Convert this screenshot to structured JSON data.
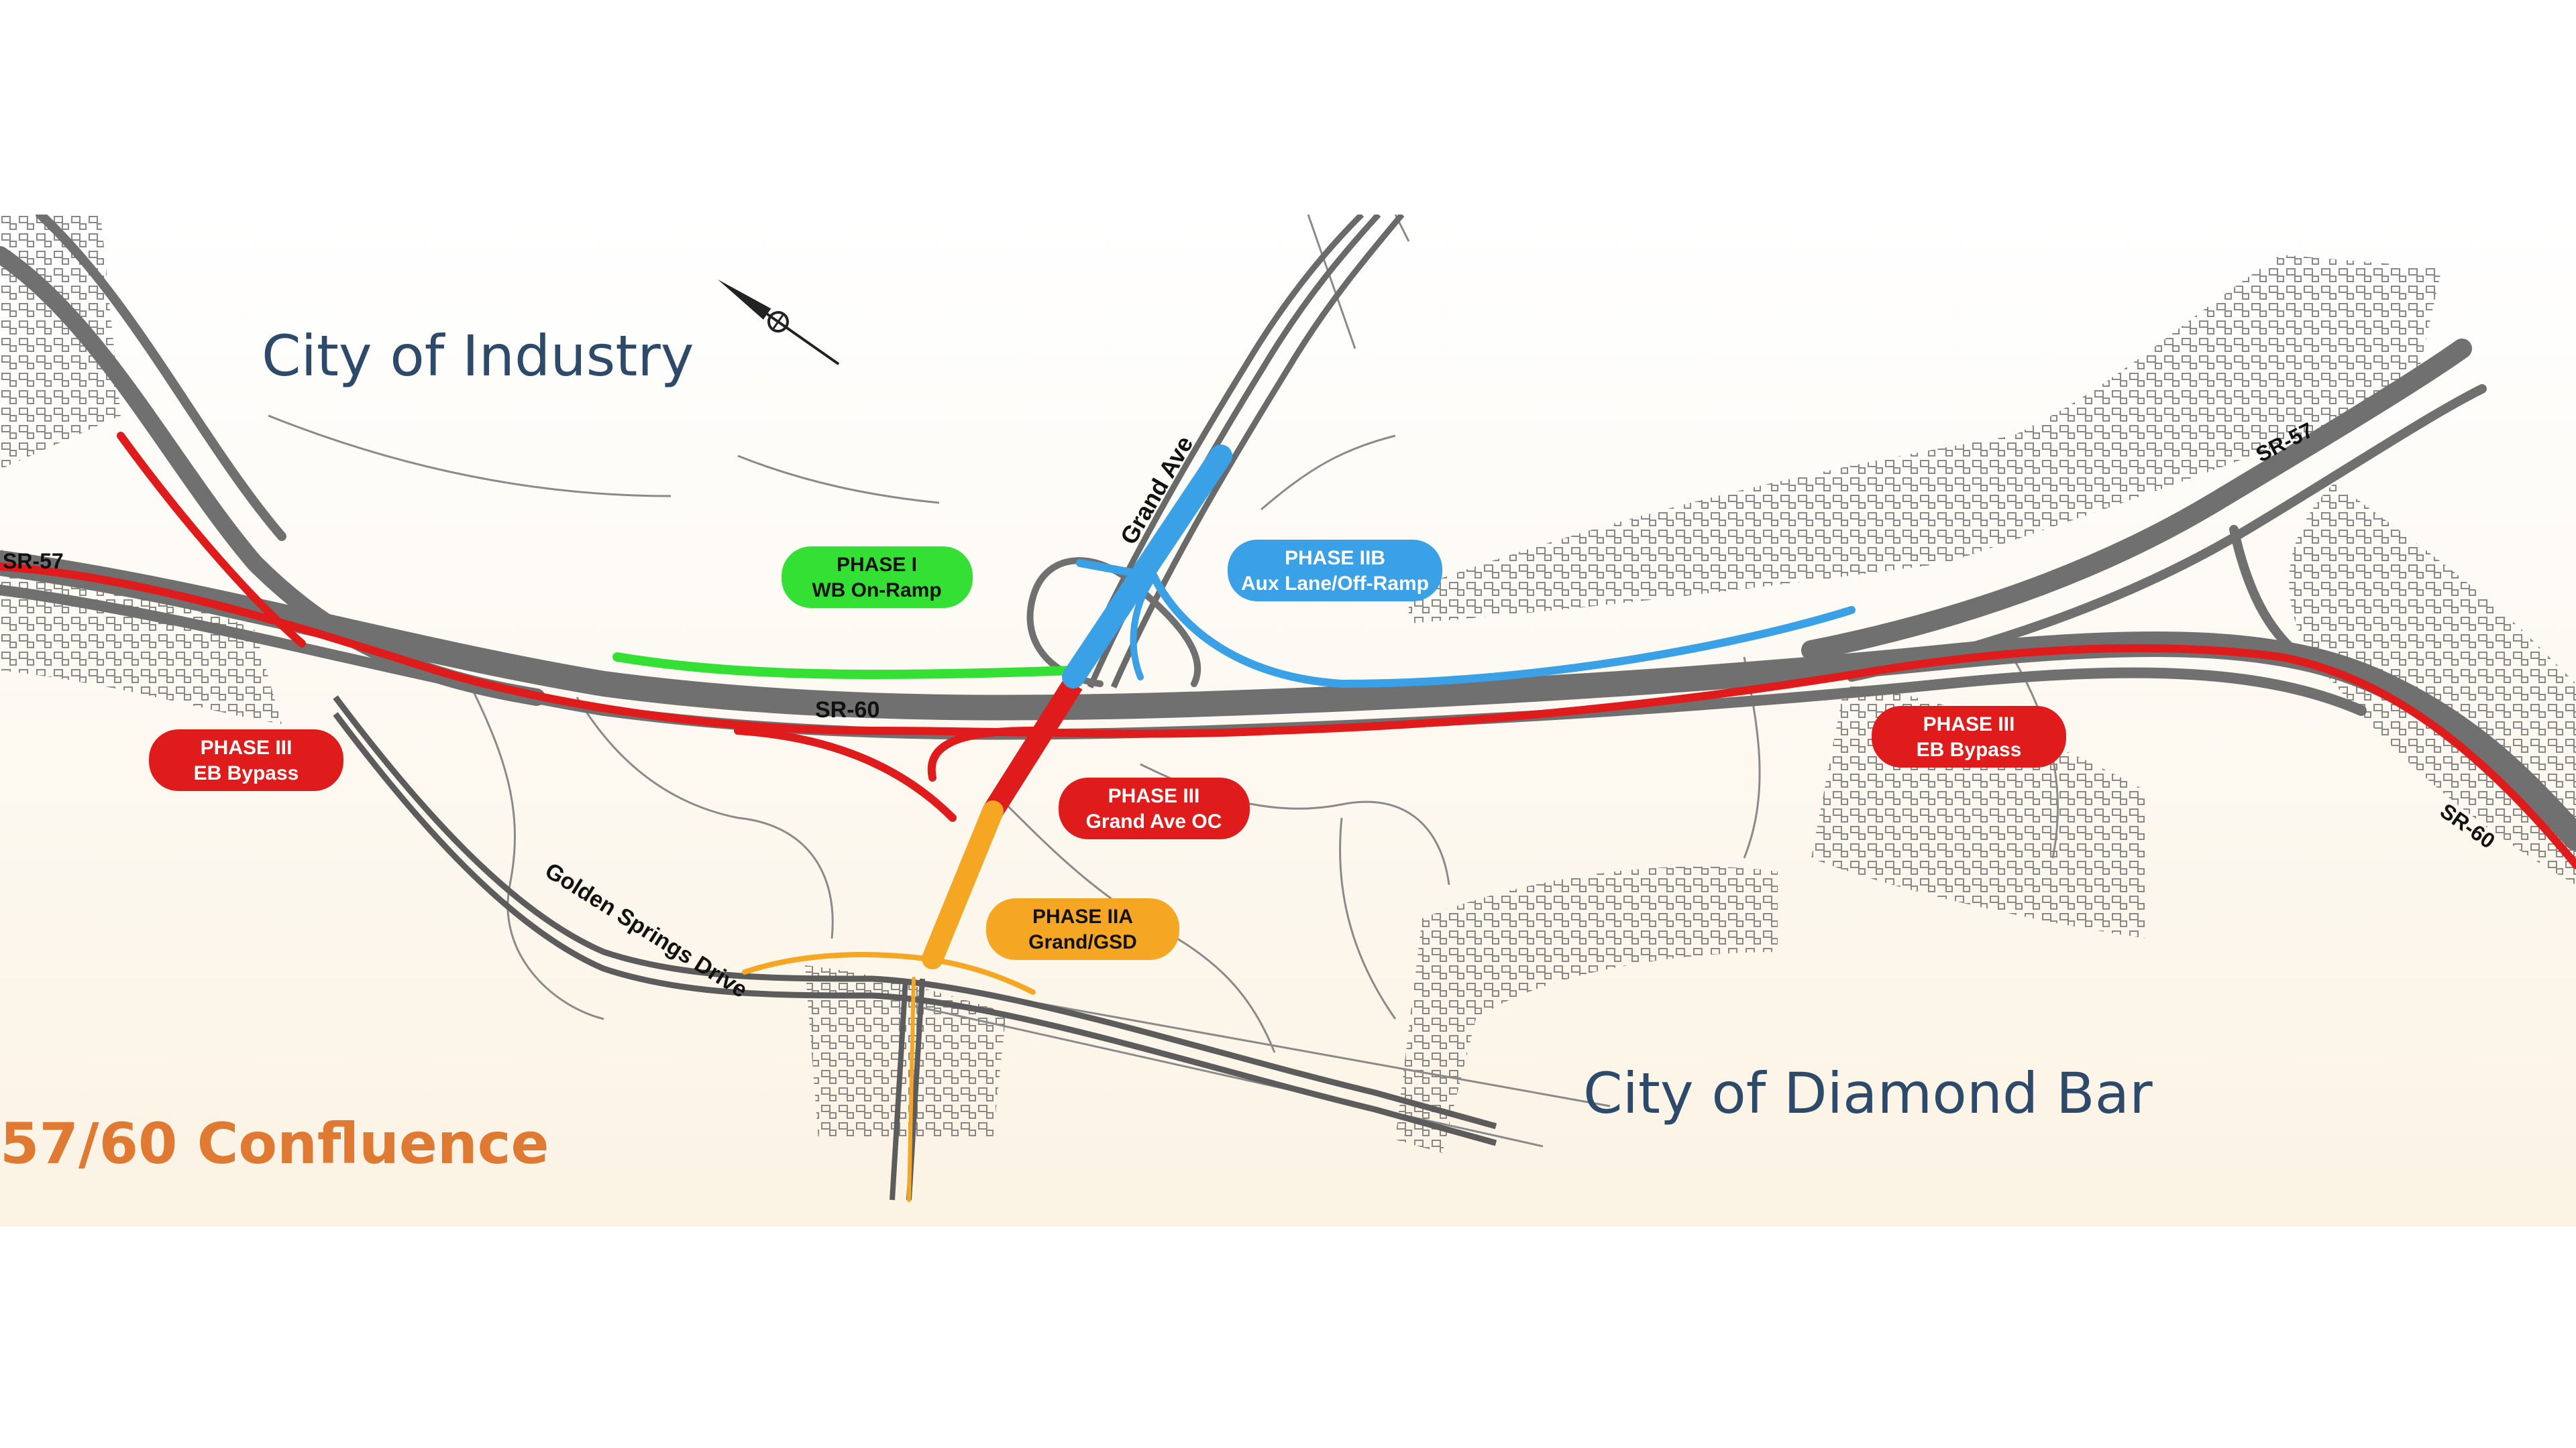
{
  "title": "57/60 Confluence",
  "cities": {
    "industry": "City of Industry",
    "diamond_bar": "City of Diamond Bar"
  },
  "roads": {
    "sr57_west": "SR-57",
    "sr57_east": "SR-57",
    "sr60_center": "SR-60",
    "sr60_east": "SR-60",
    "grand_ave": "Grand Ave",
    "golden_springs": "Golden Springs Drive"
  },
  "phases": {
    "phase1": {
      "line1": "PHASE I",
      "line2": "WB On-Ramp",
      "color": "#33e033"
    },
    "phase2b": {
      "line1": "PHASE IIB",
      "line2": "Aux Lane/Off-Ramp",
      "color": "#3aa1e6"
    },
    "phase3_west": {
      "line1": "PHASE III",
      "line2": "EB Bypass",
      "color": "#e01b1b"
    },
    "phase3_oc": {
      "line1": "PHASE III",
      "line2": "Grand Ave OC",
      "color": "#e01b1b"
    },
    "phase3_east": {
      "line1": "PHASE III",
      "line2": "EB Bypass",
      "color": "#e01b1b"
    },
    "phase2a": {
      "line1": "PHASE IIA",
      "line2": "Grand/GSD",
      "color": "#f5a623"
    }
  },
  "colors": {
    "title": "#e07a33",
    "city_text": "#2d4a6b",
    "freeway": "#6f6f6f"
  },
  "icons": {
    "north_arrow": "north-arrow-icon"
  }
}
